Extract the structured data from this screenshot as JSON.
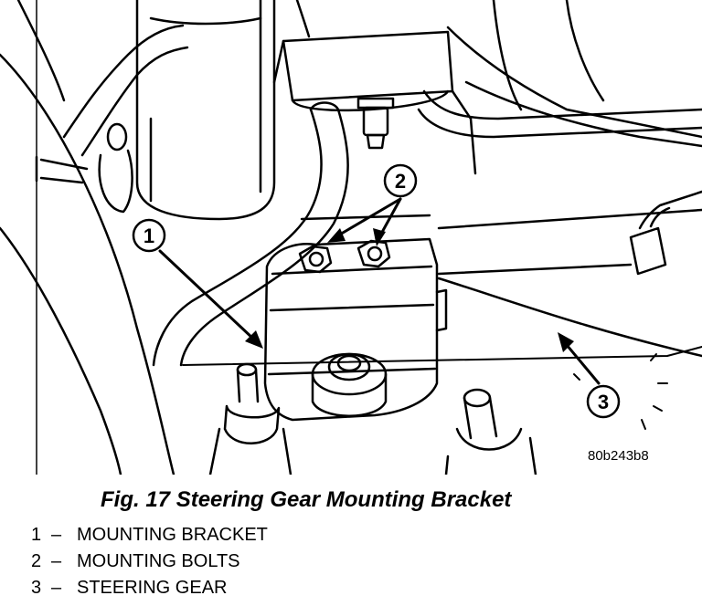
{
  "figure": {
    "caption": "Fig. 17 Steering Gear Mounting Bracket",
    "ref_code": "80b243b8"
  },
  "callouts": [
    {
      "number": "1"
    },
    {
      "number": "2"
    },
    {
      "number": "3"
    }
  ],
  "legend": [
    {
      "number": "1",
      "dash": "–",
      "label": "MOUNTING BRACKET"
    },
    {
      "number": "2",
      "dash": "–",
      "label": "MOUNTING BOLTS"
    },
    {
      "number": "3",
      "dash": "–",
      "label": "STEERING GEAR"
    }
  ]
}
